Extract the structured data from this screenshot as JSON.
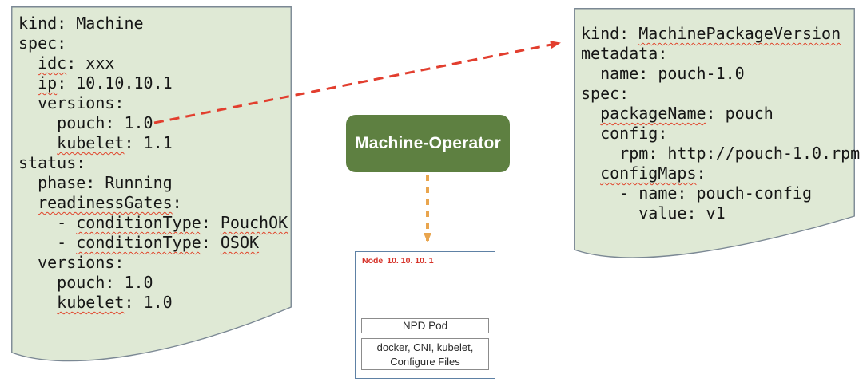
{
  "colors": {
    "doc_fill": "#dfe9d5",
    "doc_border": "#7b8894",
    "code_text": "#161616",
    "squiggly_red": "#e0442a",
    "operator_green": "#5e8041",
    "operator_text": "#ffffff",
    "red_arrow": "#e23e2e",
    "orange_arrow": "#e9a54e",
    "node_text_red": "#d6332a",
    "node_border": "#5e81a5",
    "inner_box_border": "#8c8c8c"
  },
  "left_doc": {
    "lines": [
      [
        {
          "t": "kind: Machine"
        }
      ],
      [
        {
          "t": "spec:"
        }
      ],
      [
        {
          "t": "  "
        },
        {
          "t": "idc",
          "u": true
        },
        {
          "t": ": xxx"
        }
      ],
      [
        {
          "t": "  "
        },
        {
          "t": "ip",
          "u": true
        },
        {
          "t": ": 10.10.10.1"
        }
      ],
      [
        {
          "t": "  versions:"
        }
      ],
      [
        {
          "t": "    pouch: 1.0"
        }
      ],
      [
        {
          "t": "    "
        },
        {
          "t": "kubelet",
          "u": true
        },
        {
          "t": ": 1.1"
        }
      ],
      [
        {
          "t": "status:"
        }
      ],
      [
        {
          "t": "  phase: Running"
        }
      ],
      [
        {
          "t": "  "
        },
        {
          "t": "readinessGates",
          "u": true
        },
        {
          "t": ":"
        }
      ],
      [
        {
          "t": "    - "
        },
        {
          "t": "conditionType",
          "u": true
        },
        {
          "t": ": "
        },
        {
          "t": "PouchOK",
          "u": true
        }
      ],
      [
        {
          "t": "    - "
        },
        {
          "t": "conditionType",
          "u": true
        },
        {
          "t": ": "
        },
        {
          "t": "OSOK",
          "u": true
        }
      ],
      [
        {
          "t": "  versions:"
        }
      ],
      [
        {
          "t": "    pouch: 1.0"
        }
      ],
      [
        {
          "t": "    "
        },
        {
          "t": "kubelet",
          "u": true
        },
        {
          "t": ": 1.0"
        }
      ]
    ]
  },
  "right_doc": {
    "lines": [
      [
        {
          "t": "kind: "
        },
        {
          "t": "MachinePackageVersion",
          "u": true
        }
      ],
      [
        {
          "t": "metadata:"
        }
      ],
      [
        {
          "t": "  name: pouch-1.0"
        }
      ],
      [
        {
          "t": "spec:"
        }
      ],
      [
        {
          "t": "  "
        },
        {
          "t": "packageName",
          "u": true
        },
        {
          "t": ": pouch"
        }
      ],
      [
        {
          "t": "  config:"
        }
      ],
      [
        {
          "t": "    rpm: http://pouch-1.0.rpm"
        }
      ],
      [
        {
          "t": "  "
        },
        {
          "t": "configMaps",
          "u": true
        },
        {
          "t": ":"
        }
      ],
      [
        {
          "t": "    - name: pouch-config"
        }
      ],
      [
        {
          "t": "      value: v1"
        }
      ]
    ]
  },
  "operator": {
    "label": "Machine-Operator"
  },
  "node": {
    "title": "Node",
    "ip": "10. 10. 10. 1",
    "npd_pod_label": "NPD Pod",
    "base_line1": "docker, CNI, kubelet,",
    "base_line2": "Configure Files"
  }
}
